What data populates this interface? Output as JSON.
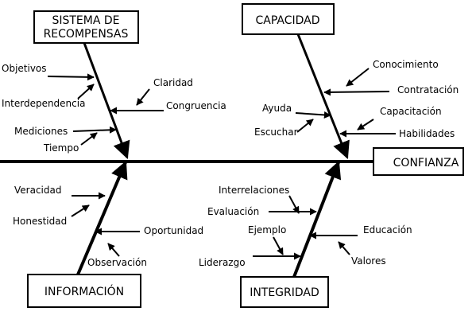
{
  "diagram": {
    "effect": "CONFIANZA",
    "categories": {
      "recompensas": [
        "SISTEMA DE",
        "RECOMPENSAS"
      ],
      "capacidad": "CAPACIDAD",
      "informacion": "INFORMACIÓN",
      "integridad": "INTEGRIDAD"
    },
    "causes": {
      "recompensas": [
        "Objetivos",
        "Interdependencia",
        "Claridad",
        "Congruencia",
        "Mediciones",
        "Tiempo"
      ],
      "capacidad": [
        "Conocimiento",
        "Contratación",
        "Ayuda",
        "Escuchar",
        "Capacitación",
        "Habilidades"
      ],
      "informacion": [
        "Veracidad",
        "Honestidad",
        "Oportunidad",
        "Observación"
      ],
      "integridad": [
        "Interrelaciones",
        "Evaluación",
        "Ejemplo",
        "Liderazgo",
        "Educación",
        "Valores"
      ]
    },
    "colors": {
      "ink": "#000000",
      "paper": "#ffffff"
    }
  }
}
